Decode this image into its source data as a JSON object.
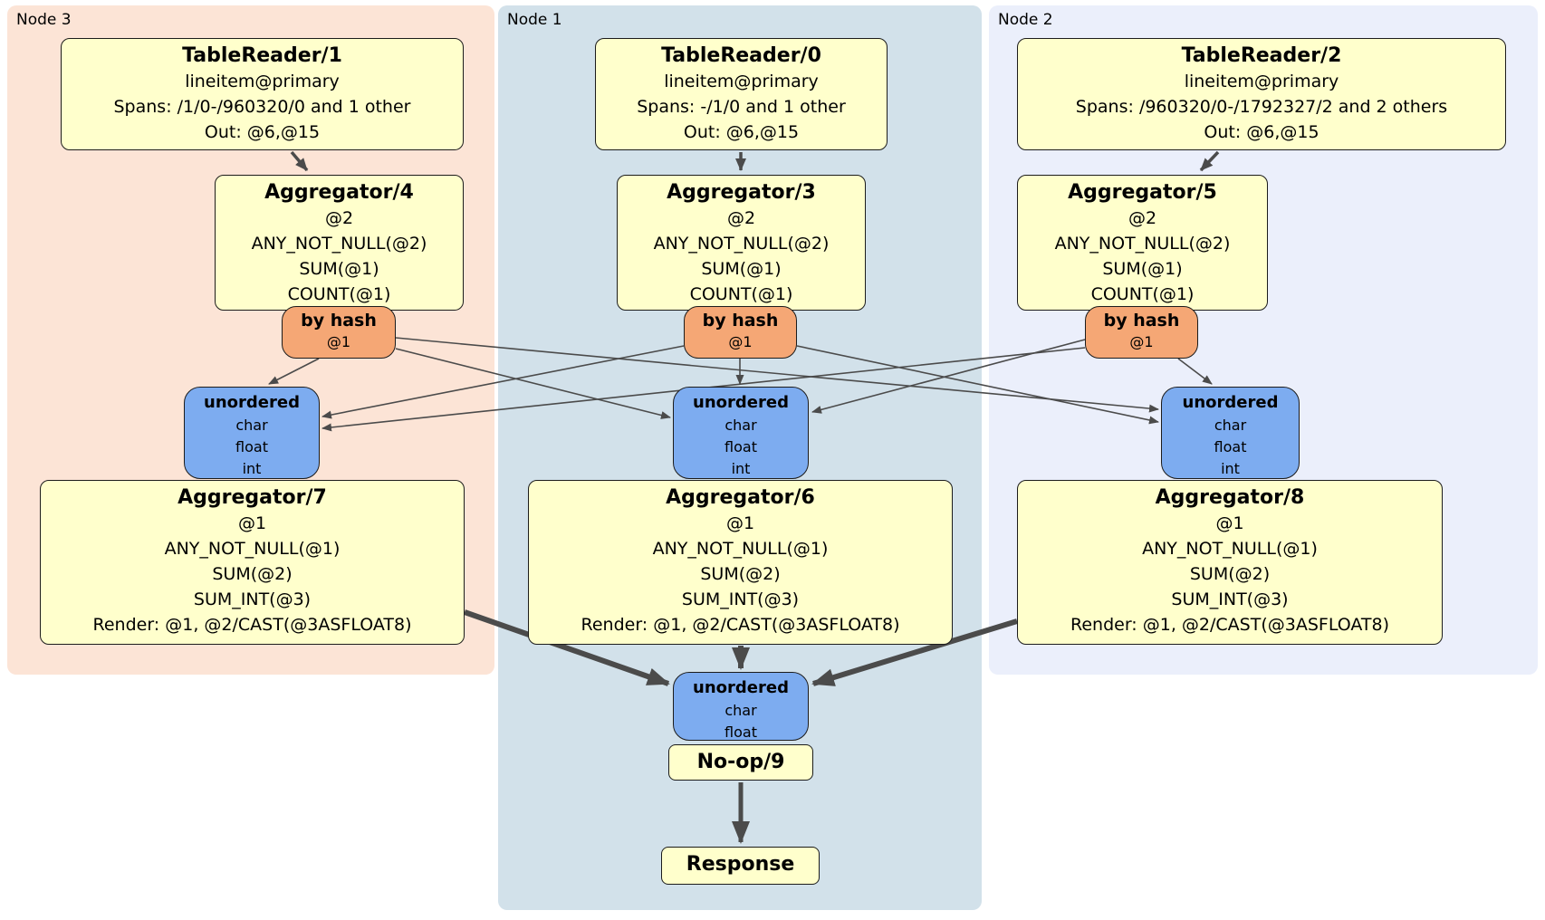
{
  "regions": {
    "node3": {
      "label": "Node 3"
    },
    "node1": {
      "label": "Node 1"
    },
    "node2": {
      "label": "Node 2"
    }
  },
  "boxes": {
    "tablereader1": {
      "title": "TableReader/1",
      "lines": [
        "lineitem@primary",
        "Spans: /1/0-/960320/0 and 1 other",
        "Out: @6,@15"
      ]
    },
    "tablereader0": {
      "title": "TableReader/0",
      "lines": [
        "lineitem@primary",
        "Spans: -/1/0 and 1 other",
        "Out: @6,@15"
      ]
    },
    "tablereader2": {
      "title": "TableReader/2",
      "lines": [
        "lineitem@primary",
        "Spans: /960320/0-/1792327/2 and 2 others",
        "Out: @6,@15"
      ]
    },
    "aggregator4": {
      "title": "Aggregator/4",
      "lines": [
        "@2",
        "ANY_NOT_NULL(@2)",
        "SUM(@1)",
        "COUNT(@1)"
      ]
    },
    "aggregator3": {
      "title": "Aggregator/3",
      "lines": [
        "@2",
        "ANY_NOT_NULL(@2)",
        "SUM(@1)",
        "COUNT(@1)"
      ]
    },
    "aggregator5": {
      "title": "Aggregator/5",
      "lines": [
        "@2",
        "ANY_NOT_NULL(@2)",
        "SUM(@1)",
        "COUNT(@1)"
      ]
    },
    "aggregator7": {
      "title": "Aggregator/7",
      "lines": [
        "@1",
        "ANY_NOT_NULL(@1)",
        "SUM(@2)",
        "SUM_INT(@3)",
        "Render: @1, @2/CAST(@3ASFLOAT8)"
      ]
    },
    "aggregator6": {
      "title": "Aggregator/6",
      "lines": [
        "@1",
        "ANY_NOT_NULL(@1)",
        "SUM(@2)",
        "SUM_INT(@3)",
        "Render: @1, @2/CAST(@3ASFLOAT8)"
      ]
    },
    "aggregator8": {
      "title": "Aggregator/8",
      "lines": [
        "@1",
        "ANY_NOT_NULL(@1)",
        "SUM(@2)",
        "SUM_INT(@3)",
        "Render: @1, @2/CAST(@3ASFLOAT8)"
      ]
    },
    "noop9": {
      "title": "No-op/9"
    },
    "response": {
      "title": "Response"
    }
  },
  "routers": {
    "byhash_node3": {
      "title": "by hash",
      "detail": "@1"
    },
    "byhash_node1": {
      "title": "by hash",
      "detail": "@1"
    },
    "byhash_node2": {
      "title": "by hash",
      "detail": "@1"
    }
  },
  "syncs": {
    "unordered_node3": {
      "title": "unordered",
      "types": [
        "char",
        "float",
        "int"
      ]
    },
    "unordered_node1": {
      "title": "unordered",
      "types": [
        "char",
        "float",
        "int"
      ]
    },
    "unordered_node2": {
      "title": "unordered",
      "types": [
        "char",
        "float",
        "int"
      ]
    },
    "unordered_final": {
      "title": "unordered",
      "types": [
        "char",
        "float"
      ]
    }
  },
  "colors": {
    "node3_bg": "#fce4d6",
    "node1_bg": "#d2e1ea",
    "node2_bg": "#ebeffb",
    "processor_bg": "#ffffcc",
    "router_bg": "#f5a775",
    "sync_bg": "#7dacf0",
    "edge": "#4b4b4b"
  }
}
